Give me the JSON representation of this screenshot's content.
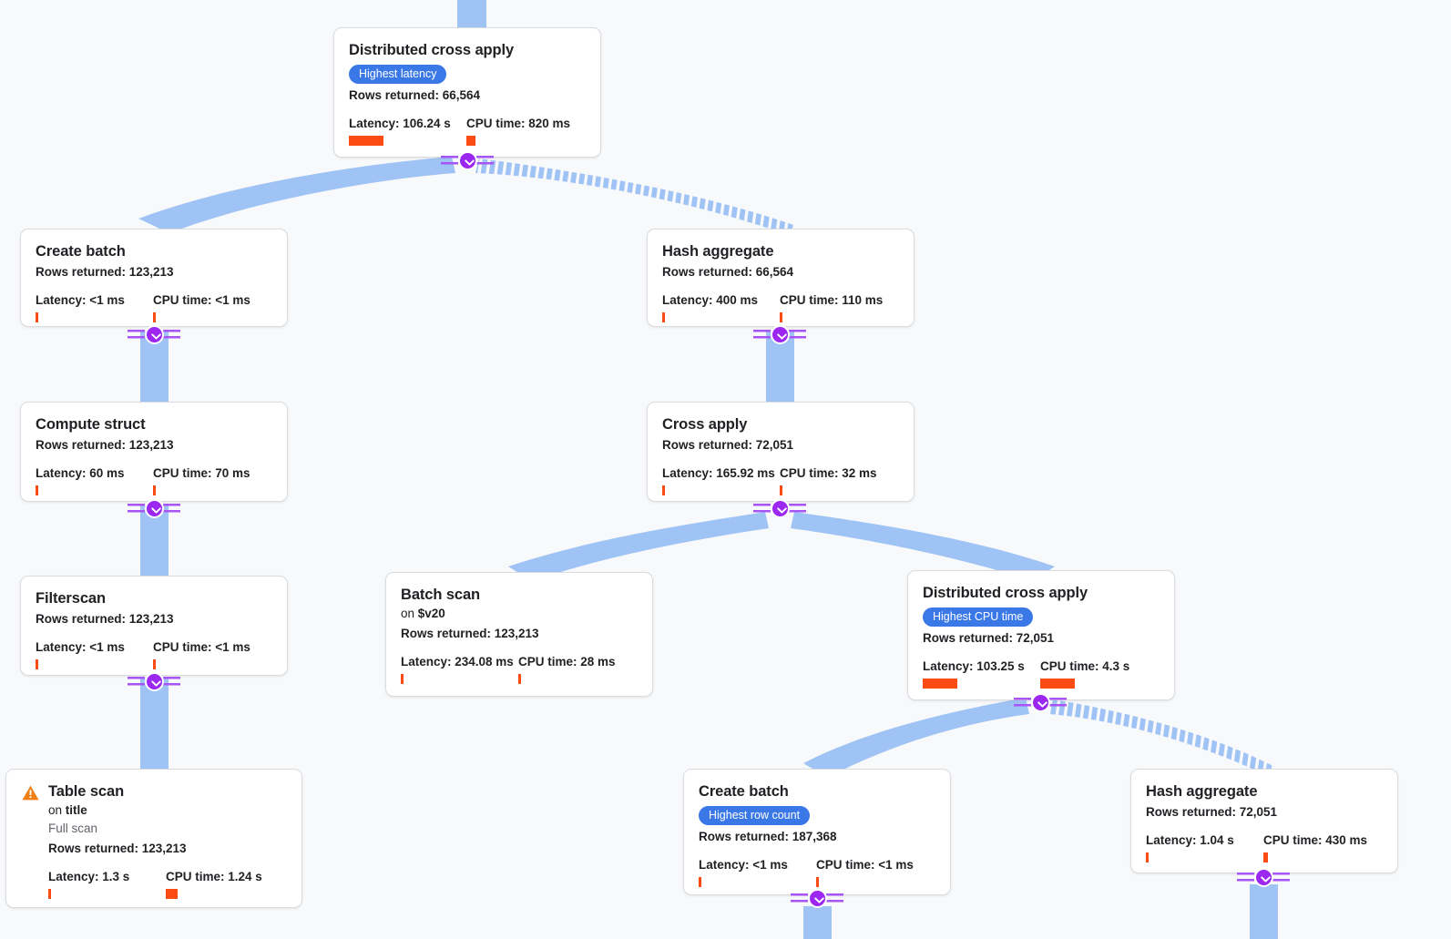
{
  "view": {
    "name": "query-execution-plan-graph",
    "background_color": "#f8f9fa",
    "edge_color": "#a0c3f5",
    "toggle_color": "#9c27f0",
    "badge_color": "#3b78e7",
    "metric_bar_color": "#fa4c13",
    "warning_color": "#ef8018"
  },
  "labels": {
    "rows_prefix": "Rows returned: ",
    "latency_prefix": "Latency: ",
    "cpu_prefix": "CPU time: ",
    "on_prefix": "on "
  },
  "nodes": [
    {
      "id": "distributed-cross-apply-root",
      "title": "Distributed cross apply",
      "badge": "Highest latency",
      "rows": "Rows returned: 66,564",
      "latency": "Latency: 106.24 s",
      "cpu": "CPU time: 820 ms",
      "latency_bar_w": 38,
      "cpu_bar_w": 10
    },
    {
      "id": "create-batch-left",
      "title": "Create batch",
      "rows": "Rows returned: 123,213",
      "latency": "Latency: <1 ms",
      "cpu": "CPU time: <1 ms",
      "latency_bar_w": 3,
      "cpu_bar_w": 3
    },
    {
      "id": "hash-aggregate-upper",
      "title": "Hash aggregate",
      "rows": "Rows returned: 66,564",
      "latency": "Latency: 400 ms",
      "cpu": "CPU time: 110 ms",
      "latency_bar_w": 3,
      "cpu_bar_w": 3
    },
    {
      "id": "compute-struct",
      "title": "Compute struct",
      "rows": "Rows returned: 123,213",
      "latency": "Latency: 60 ms",
      "cpu": "CPU time: 70 ms",
      "latency_bar_w": 3,
      "cpu_bar_w": 3
    },
    {
      "id": "cross-apply",
      "title": "Cross apply",
      "rows": "Rows returned: 72,051",
      "latency": "Latency: 165.92 ms",
      "cpu": "CPU time: 32 ms",
      "latency_bar_w": 3,
      "cpu_bar_w": 3
    },
    {
      "id": "filterscan",
      "title": "Filterscan",
      "rows": "Rows returned: 123,213",
      "latency": "Latency: <1 ms",
      "cpu": "CPU time: <1 ms",
      "latency_bar_w": 3,
      "cpu_bar_w": 3
    },
    {
      "id": "batch-scan",
      "title": "Batch scan",
      "subtitle_prefix": "on ",
      "subtitle_target": "$v20",
      "rows": "Rows returned: 123,213",
      "latency": "Latency: 234.08 ms",
      "cpu": "CPU time: 28 ms",
      "latency_bar_w": 3,
      "cpu_bar_w": 3
    },
    {
      "id": "distributed-cross-apply-inner",
      "title": "Distributed cross apply",
      "badge": "Highest CPU time",
      "rows": "Rows returned: 72,051",
      "latency": "Latency: 103.25 s",
      "cpu": "CPU time: 4.3 s",
      "latency_bar_w": 38,
      "cpu_bar_w": 38
    },
    {
      "id": "table-scan",
      "title": "Table scan",
      "warning": true,
      "warning_icon": "warning-triangle-icon",
      "subtitle_prefix": "on ",
      "subtitle_target": "title",
      "scan_type": "Full scan",
      "rows": "Rows returned: 123,213",
      "latency": "Latency: 1.3 s",
      "cpu": "CPU time: 1.24 s",
      "latency_bar_w": 3,
      "cpu_bar_w": 13
    },
    {
      "id": "create-batch-lower",
      "title": "Create batch",
      "badge": "Highest row count",
      "rows": "Rows returned: 187,368",
      "latency": "Latency: <1 ms",
      "cpu": "CPU time: <1 ms",
      "latency_bar_w": 3,
      "cpu_bar_w": 3
    },
    {
      "id": "hash-aggregate-lower",
      "title": "Hash aggregate",
      "rows": "Rows returned: 72,051",
      "latency": "Latency: 1.04 s",
      "cpu": "CPU time: 430 ms",
      "latency_bar_w": 3,
      "cpu_bar_w": 5
    }
  ],
  "toggles": [
    {
      "id": "toggle-root",
      "icon": "chevron-down-icon"
    },
    {
      "id": "toggle-create-batch",
      "icon": "chevron-down-icon"
    },
    {
      "id": "toggle-hash-agg-upper",
      "icon": "chevron-down-icon"
    },
    {
      "id": "toggle-compute-struct",
      "icon": "chevron-down-icon"
    },
    {
      "id": "toggle-cross-apply",
      "icon": "chevron-down-icon"
    },
    {
      "id": "toggle-filterscan",
      "icon": "chevron-down-icon"
    },
    {
      "id": "toggle-dca-inner",
      "icon": "chevron-down-icon"
    },
    {
      "id": "toggle-create-batch-lower",
      "icon": "chevron-down-icon"
    },
    {
      "id": "toggle-hash-agg-lower",
      "icon": "chevron-down-icon"
    }
  ]
}
